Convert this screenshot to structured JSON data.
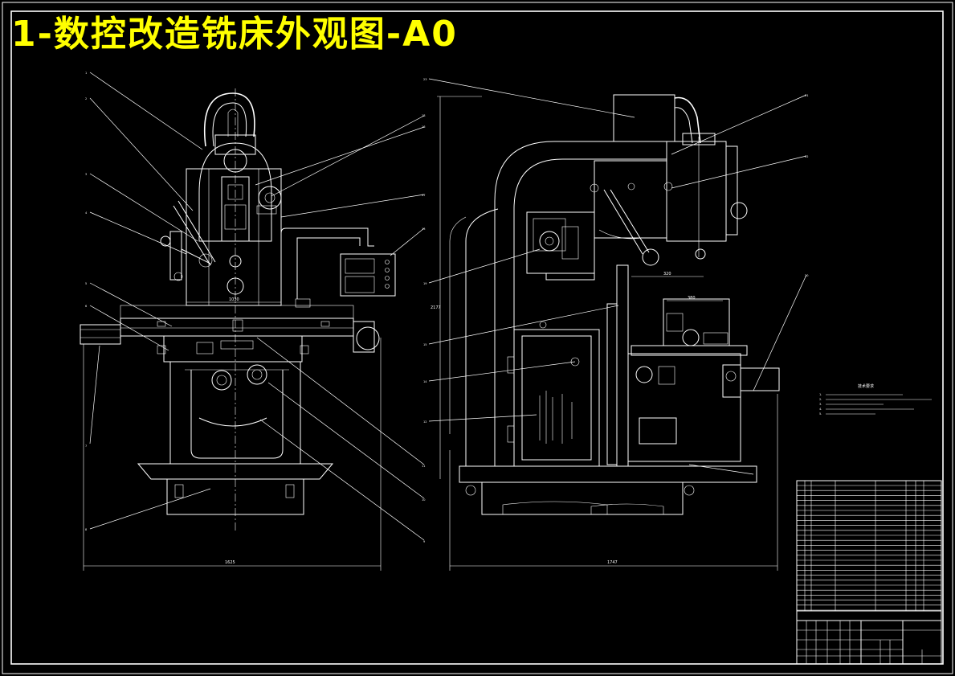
{
  "title": "1-数控改造铣床外观图-A0",
  "colors": {
    "background": "#000000",
    "lines": "#ffffff",
    "title": "#ffff00"
  },
  "front_view": {
    "balloons": [
      "1",
      "2",
      "3",
      "4",
      "5",
      "6",
      "7",
      "8",
      "9",
      "10",
      "11",
      "13",
      "16",
      "17",
      "18"
    ],
    "dimensions": {
      "overall_width": "1625",
      "column_width": "1030"
    }
  },
  "side_view": {
    "balloons": [
      "12",
      "14",
      "15",
      "19",
      "20",
      "21",
      "22",
      "23"
    ],
    "dimensions": {
      "overall_length": "1747",
      "height": "2177",
      "ram_offset": "380",
      "table_offset": "320"
    }
  },
  "technical_requirements": {
    "heading": "技术要求",
    "items": [
      "1.",
      "2.",
      "3.",
      "4.",
      "5."
    ]
  }
}
